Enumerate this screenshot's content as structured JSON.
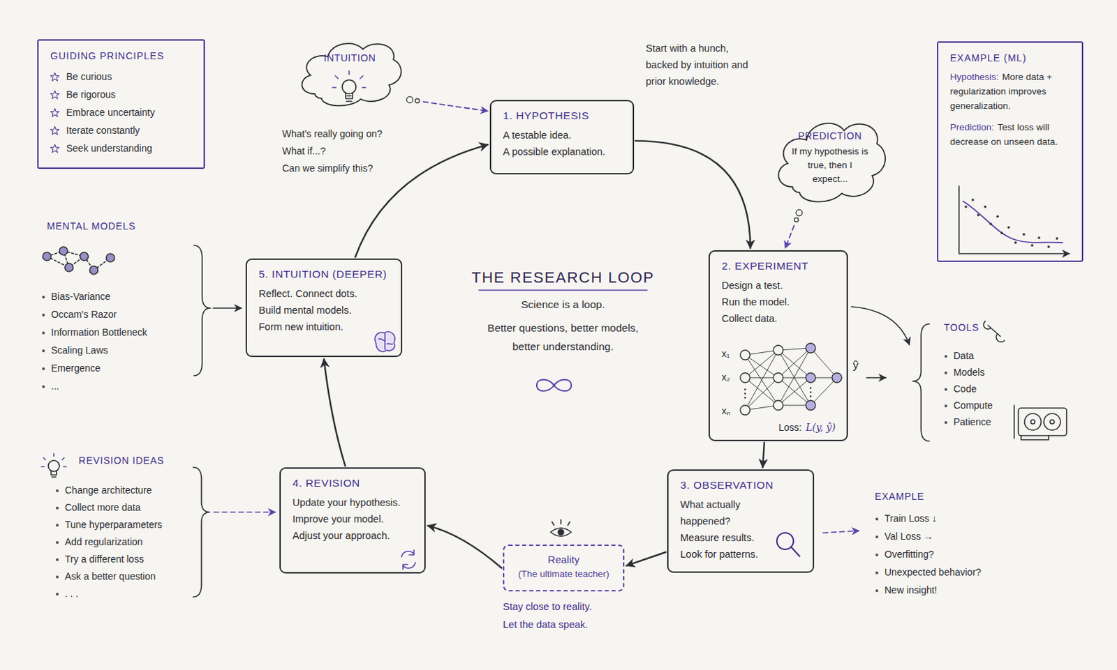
{
  "diagram": {
    "title": "THE RESEARCH LOOP",
    "caption": "Science is a loop.",
    "nodes": [
      {
        "text": [
          "GUIDING PRINCIPLES",
          "Be curious",
          "Be rigorous",
          "Embrace uncertainty",
          "Iterate constantly",
          "Seek understanding"
        ]
      },
      {
        "text": [
          "INTUITION"
        ]
      },
      {
        "text": [
          "1. HYPOTHESIS",
          "A testable idea.",
          "A possible explanation."
        ]
      },
      {
        "text": [
          "PREDICTION",
          "If my hypothesis is true, then I expect..."
        ]
      },
      {
        "text": [
          "EXAMPLE (ML)",
          "Hypothesis:",
          "More data + regularization improves generalization.",
          "Prediction:",
          "Test loss will decrease on unseen data."
        ]
      },
      {
        "text": [
          "2. EXPERIMENT",
          "Design a test.",
          "Run the model.",
          "Collect data.",
          "Loss:",
          "L(y, ŷ)"
        ]
      },
      {
        "text": [
          "3. OBSERVATION",
          "What actually happened?",
          "Measure results.",
          "Look for patterns."
        ]
      },
      {
        "text": [
          "Reality",
          "(The ultimate teacher)"
        ]
      },
      {
        "text": [
          "4. REVISION",
          "Update your hypothesis.",
          "Improve your model.",
          "Adjust your approach."
        ]
      },
      {
        "text": [
          "5. INTUITION (DEEPER)",
          "Reflect. Connect dots.",
          "Build mental models.",
          "Form new intuition."
        ]
      }
    ],
    "edges": [
      {
        "from": 2,
        "to": 5,
        "arrow": "to"
      },
      {
        "from": 5,
        "to": 6,
        "arrow": "to"
      },
      {
        "from": 6,
        "to": 7,
        "arrow": "to"
      },
      {
        "from": 7,
        "to": 8,
        "arrow": "to"
      },
      {
        "from": 8,
        "to": 9,
        "arrow": "to"
      },
      {
        "from": 9,
        "to": 2,
        "arrow": "to"
      },
      {
        "from": 1,
        "to": 2,
        "arrow": "to"
      },
      {
        "from": 3,
        "to": 5,
        "arrow": "to"
      }
    ],
    "labels": [
      "Start with a hunch, backed by intuition and prior knowledge.",
      "What's really going on?",
      "What if...?",
      "Can we simplify this?",
      "MENTAL MODELS",
      "Bias-Variance",
      "Occam's Razor",
      "Information Bottleneck",
      "Scaling Laws",
      "Emergence",
      "...",
      "REVISION IDEAS",
      "Change architecture",
      "Collect more data",
      "Tune hyperparameters",
      "Add regularization",
      "Try a different loss",
      "Ask a better question",
      ". . .",
      "TOOLS",
      "Data",
      "Models",
      "Code",
      "Compute",
      "Patience",
      "EXAMPLE",
      "Train Loss ↓",
      "Val Loss →",
      "Overfitting?",
      "Unexpected behavior?",
      "New insight!",
      "Stay close to reality.",
      "Let the data speak.",
      "x₁",
      "x₂",
      "xₙ",
      "ŷ",
      "Better questions, better models, better understanding."
    ]
  }
}
